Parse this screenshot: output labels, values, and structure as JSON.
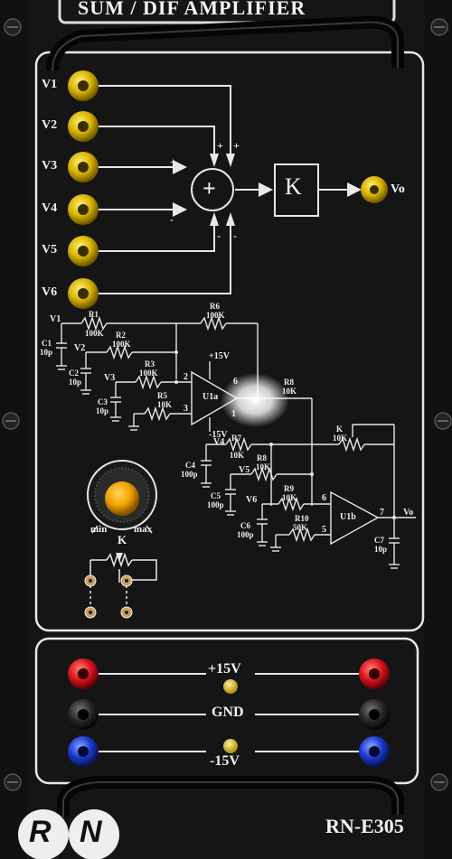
{
  "panel": {
    "header_title": "SUM / DIF AMPLIFIER",
    "model": "RN-E305",
    "logo_letters": [
      "R",
      "N"
    ]
  },
  "inputs": {
    "labels": [
      "V1",
      "V2",
      "V3",
      "V4",
      "V5",
      "V6"
    ],
    "output_label": "Vo"
  },
  "block_diagram": {
    "sum_symbol": "+",
    "gain_block": "K",
    "signs": [
      "+",
      "+",
      "+",
      "-",
      "-",
      "-"
    ]
  },
  "schematic": {
    "resistors": [
      "R1",
      "100K",
      "R2",
      "100K",
      "R3",
      "100K",
      "R5",
      "10K",
      "R6",
      "100K",
      "R8",
      "10K",
      "R7",
      "10K",
      "R8",
      "10K",
      "R9",
      "10K",
      "R10",
      "50K",
      "K",
      "10K"
    ],
    "capacitors": [
      "C1",
      "10p",
      "C2",
      "10p",
      "C3",
      "10p",
      "C4",
      "100p",
      "C5",
      "100p",
      "C6",
      "100p",
      "C7",
      "10p"
    ],
    "nodes": [
      "V1",
      "V2",
      "V3",
      "V4",
      "V5",
      "V6",
      "Vo"
    ],
    "opamps": [
      "U1a",
      "U1b"
    ],
    "supply": [
      "+15V",
      "-15V"
    ],
    "pins": [
      "2",
      "3",
      "6",
      "1",
      "6",
      "5",
      "7"
    ]
  },
  "gain_knob": {
    "label": "K",
    "min_label": "min",
    "max_label": "max"
  },
  "power": {
    "plus": "+15V",
    "gnd": "GND",
    "minus": "-15V"
  },
  "colors": {
    "panel": "#141414",
    "line": "#e8e8e8",
    "jack_yellow": "#d8b400",
    "jack_red": "#d8141c",
    "jack_black": "#1e1e1e",
    "jack_blue": "#1a3ad0",
    "knob": "#f0a000"
  }
}
